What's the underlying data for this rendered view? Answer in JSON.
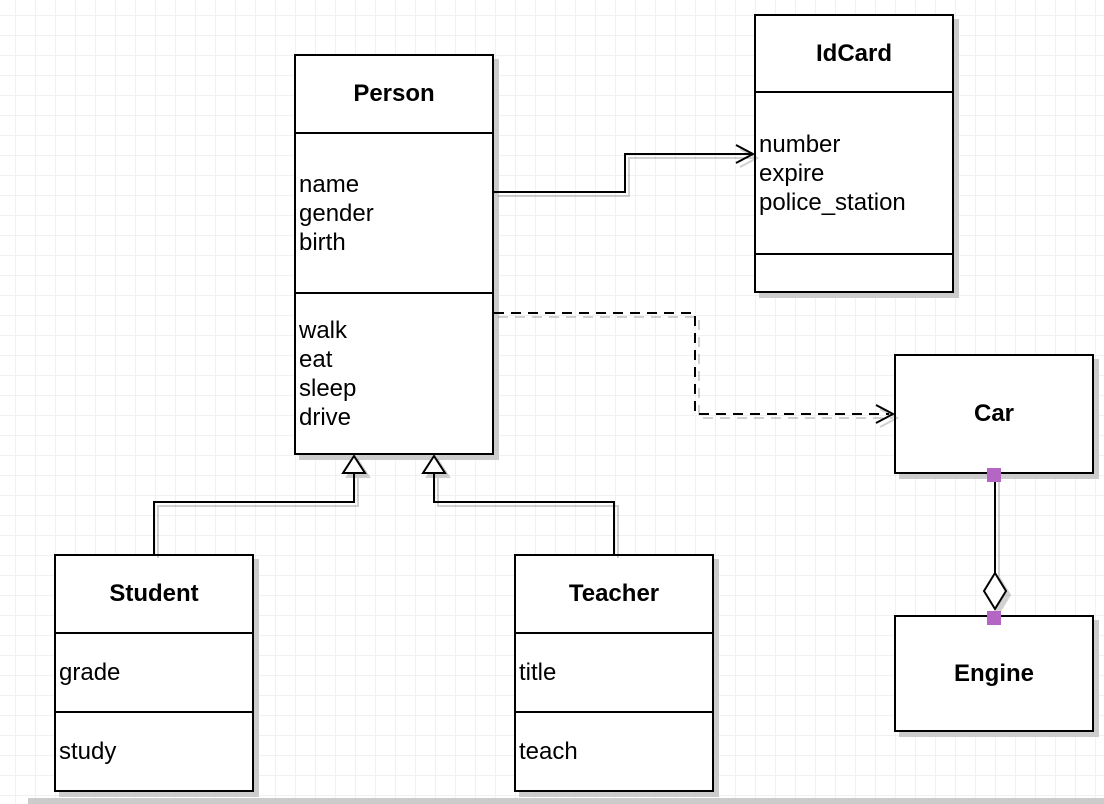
{
  "diagram": {
    "type": "uml-class-diagram",
    "classes": {
      "person": {
        "name": "Person",
        "attributes": [
          "name",
          "gender",
          "birth"
        ],
        "methods": [
          "walk",
          "eat",
          "sleep",
          "drive"
        ]
      },
      "idcard": {
        "name": "IdCard",
        "attributes": [
          "number",
          "expire",
          "police_station"
        ],
        "methods": []
      },
      "student": {
        "name": "Student",
        "attributes": [
          "grade"
        ],
        "methods": [
          "study"
        ]
      },
      "teacher": {
        "name": "Teacher",
        "attributes": [
          "title"
        ],
        "methods": [
          "teach"
        ]
      },
      "car": {
        "name": "Car",
        "attributes": [],
        "methods": []
      },
      "engine": {
        "name": "Engine",
        "attributes": [],
        "methods": []
      }
    },
    "relationships": [
      {
        "from": "Person",
        "to": "IdCard",
        "type": "association",
        "line": "solid",
        "arrow": "open-arrow"
      },
      {
        "from": "Person",
        "to": "Car",
        "type": "dependency",
        "line": "dashed",
        "arrow": "open-arrow"
      },
      {
        "from": "Student",
        "to": "Person",
        "type": "generalization",
        "line": "solid",
        "arrow": "hollow-triangle"
      },
      {
        "from": "Teacher",
        "to": "Person",
        "type": "generalization",
        "line": "solid",
        "arrow": "hollow-triangle"
      },
      {
        "from": "Car",
        "to": "Engine",
        "type": "aggregation",
        "line": "solid",
        "arrow": "hollow-diamond"
      }
    ],
    "colors": {
      "stroke": "#000000",
      "shape_fill": "#ffffff",
      "grid_line": "#f0f1f3",
      "shadow": "#cccccc",
      "endpoint_handle": "#b566c4"
    }
  }
}
